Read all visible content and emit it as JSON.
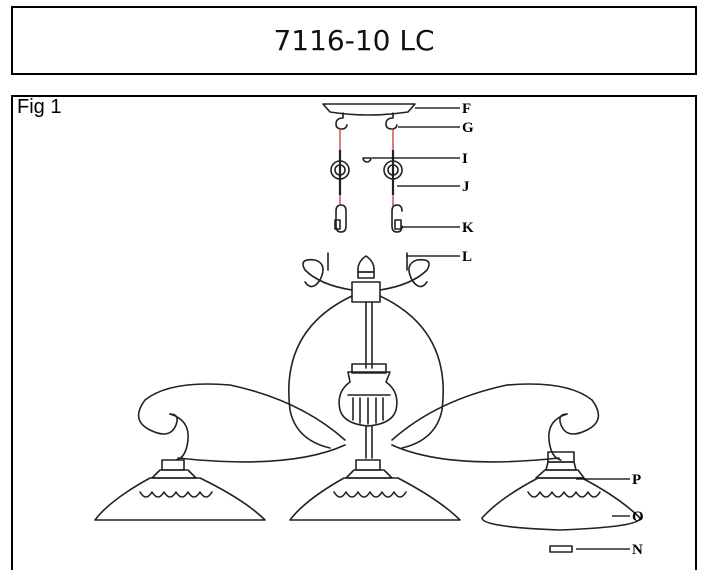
{
  "title": "7116-10 LC",
  "figure": {
    "label": "Fig 1",
    "parts": [
      "F",
      "G",
      "I",
      "J",
      "K",
      "L",
      "P",
      "O",
      "N"
    ]
  }
}
